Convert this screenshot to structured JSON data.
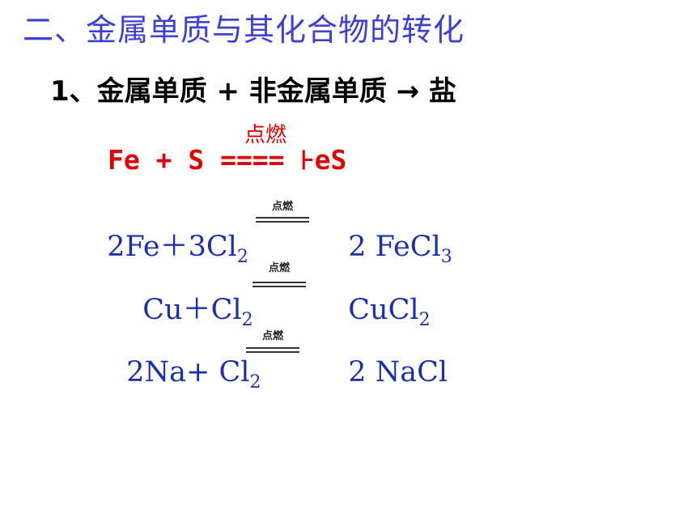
{
  "slide": {
    "title": "二、金属单质与其化合物的转化",
    "subtitle": "1、金属单质 + 非金属单质 → 盐"
  },
  "reaction_fe_s": {
    "condition": "点燃",
    "equation": "Fe + S ==== ⊦eS"
  },
  "reactions": [
    {
      "left": "2Fe＋3Cl",
      "left_sub": "2",
      "condition": "点燃",
      "right": "2 FeCl",
      "right_sub": "3"
    },
    {
      "left": "Cu＋Cl",
      "left_sub": "2",
      "condition": "点燃",
      "right": "CuCl",
      "right_sub": "2"
    },
    {
      "left": "2Na+ Cl",
      "left_sub": "2",
      "condition": "点燃",
      "right": "2 NaCl",
      "right_sub": ""
    }
  ]
}
